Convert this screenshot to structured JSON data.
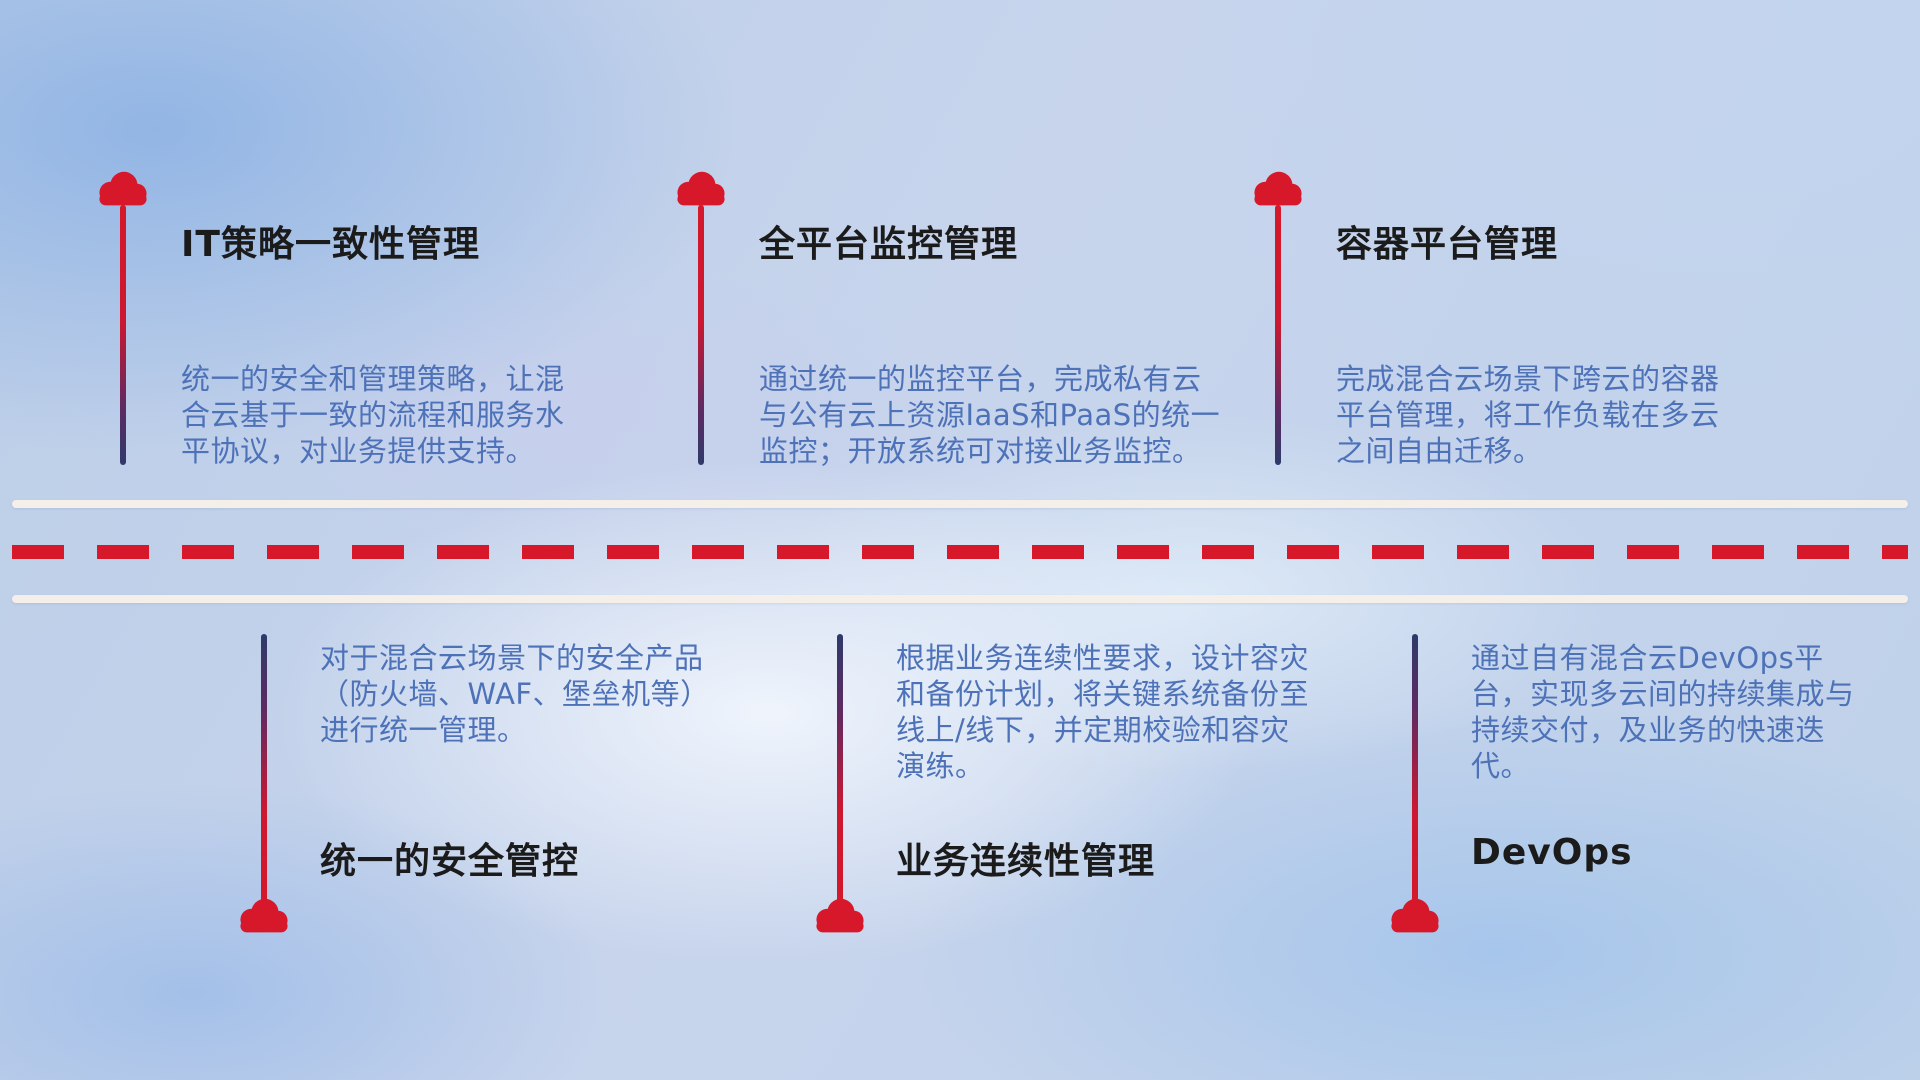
{
  "top_items": [
    {
      "title": "IT策略一致性管理",
      "description": "统一的安全和管理策略，让混合云基于一致的流程和服务水平协议，对业务提供支持。"
    },
    {
      "title": "全平台监控管理",
      "description": "通过统一的监控平台，完成私有云与公有云上资源IaaS和PaaS的统一监控；开放系统可对接业务监控。"
    },
    {
      "title": "容器平台管理",
      "description": "完成混合云场景下跨云的容器平台管理，将工作负载在多云之间自由迁移。"
    }
  ],
  "bottom_items": [
    {
      "title": "统一的安全管控",
      "description": "对于混合云场景下的安全产品（防火墙、WAF、堡垒机等）进行统一管理。"
    },
    {
      "title": "业务连续性管理",
      "description": "根据业务连续性要求，设计容灾和备份计划，将关键系统备份至线上/线下，并定期校验和容灾演练。"
    },
    {
      "title": "DevOps",
      "description": "通过自有混合云DevOps平台，实现多云间的持续集成与持续交付，及业务的快速迭代。"
    }
  ],
  "icons": {
    "cloud": "cloud-icon"
  },
  "colors": {
    "cloud_red": "#d6182a",
    "line_navy": "#2e3a6a",
    "title_color": "#1b1b1b",
    "description_color": "#4e72b8",
    "road_stripe": "#f4efe8"
  }
}
